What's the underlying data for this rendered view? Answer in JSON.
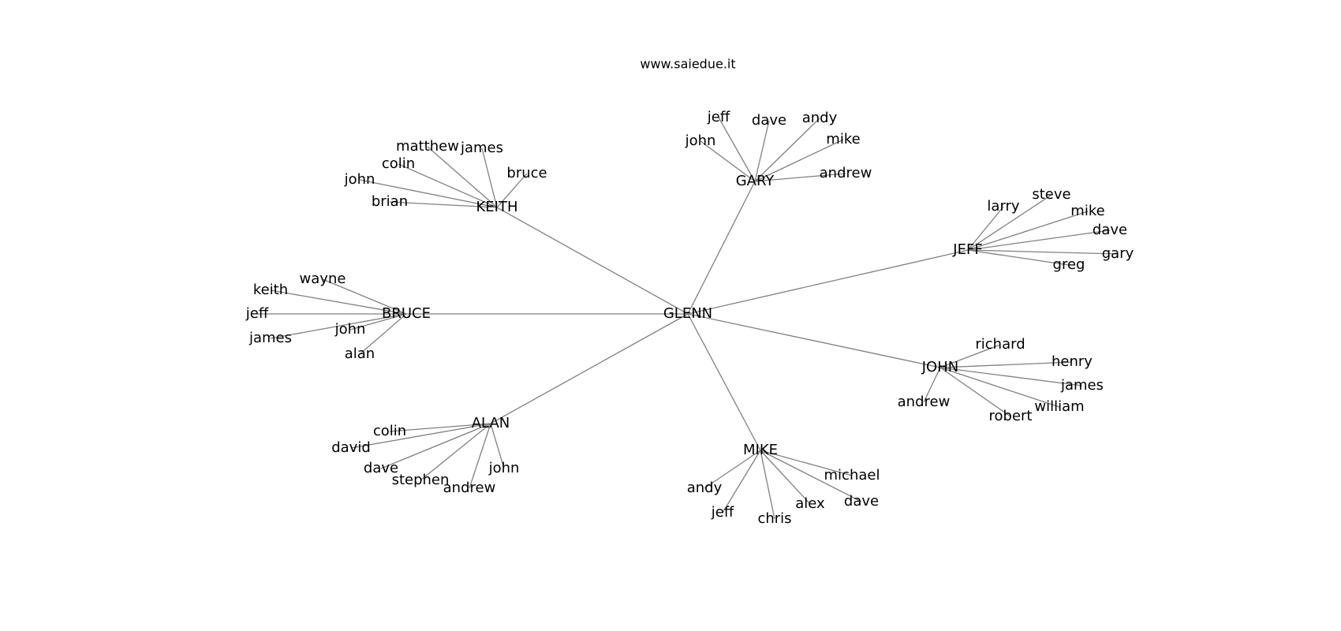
{
  "site_title": "www.saiedue.it",
  "colors": {
    "edge": "#808080",
    "text": "#000000",
    "background": "#ffffff"
  },
  "root": "GLENN",
  "groups": [
    {
      "hub": "KEITH",
      "leaves": [
        "matthew",
        "james",
        "colin",
        "john",
        "brian",
        "bruce"
      ]
    },
    {
      "hub": "GARY",
      "leaves": [
        "jeff",
        "dave",
        "andy",
        "john",
        "mike",
        "andrew"
      ]
    },
    {
      "hub": "JEFF",
      "leaves": [
        "larry",
        "steve",
        "mike",
        "dave",
        "gary",
        "greg"
      ]
    },
    {
      "hub": "BRUCE",
      "leaves": [
        "wayne",
        "keith",
        "jeff",
        "john",
        "james",
        "alan"
      ]
    },
    {
      "hub": "JOHN",
      "leaves": [
        "richard",
        "henry",
        "james",
        "william",
        "robert",
        "andrew"
      ]
    },
    {
      "hub": "ALAN",
      "leaves": [
        "colin",
        "david",
        "dave",
        "stephen",
        "andrew",
        "john"
      ]
    },
    {
      "hub": "MIKE",
      "leaves": [
        "michael",
        "andy",
        "dave",
        "alex",
        "jeff",
        "chris"
      ]
    }
  ]
}
